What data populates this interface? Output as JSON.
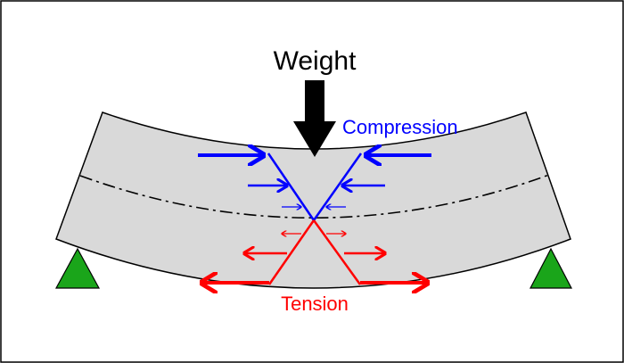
{
  "labels": {
    "weight": "Weight",
    "compression": "Compression",
    "tension": "Tension"
  },
  "colors": {
    "background": "#ffffff",
    "frame": "#000000",
    "beam_fill": "#d9d9d9",
    "beam_outline": "#000000",
    "neutral_axis": "#000000",
    "compression": "#0000ff",
    "tension": "#ff0000",
    "support": "#1aa51a",
    "weight_arrow": "#000000"
  },
  "icons": {
    "load": "down-arrow-icon",
    "supports": "triangle-support-icon"
  }
}
